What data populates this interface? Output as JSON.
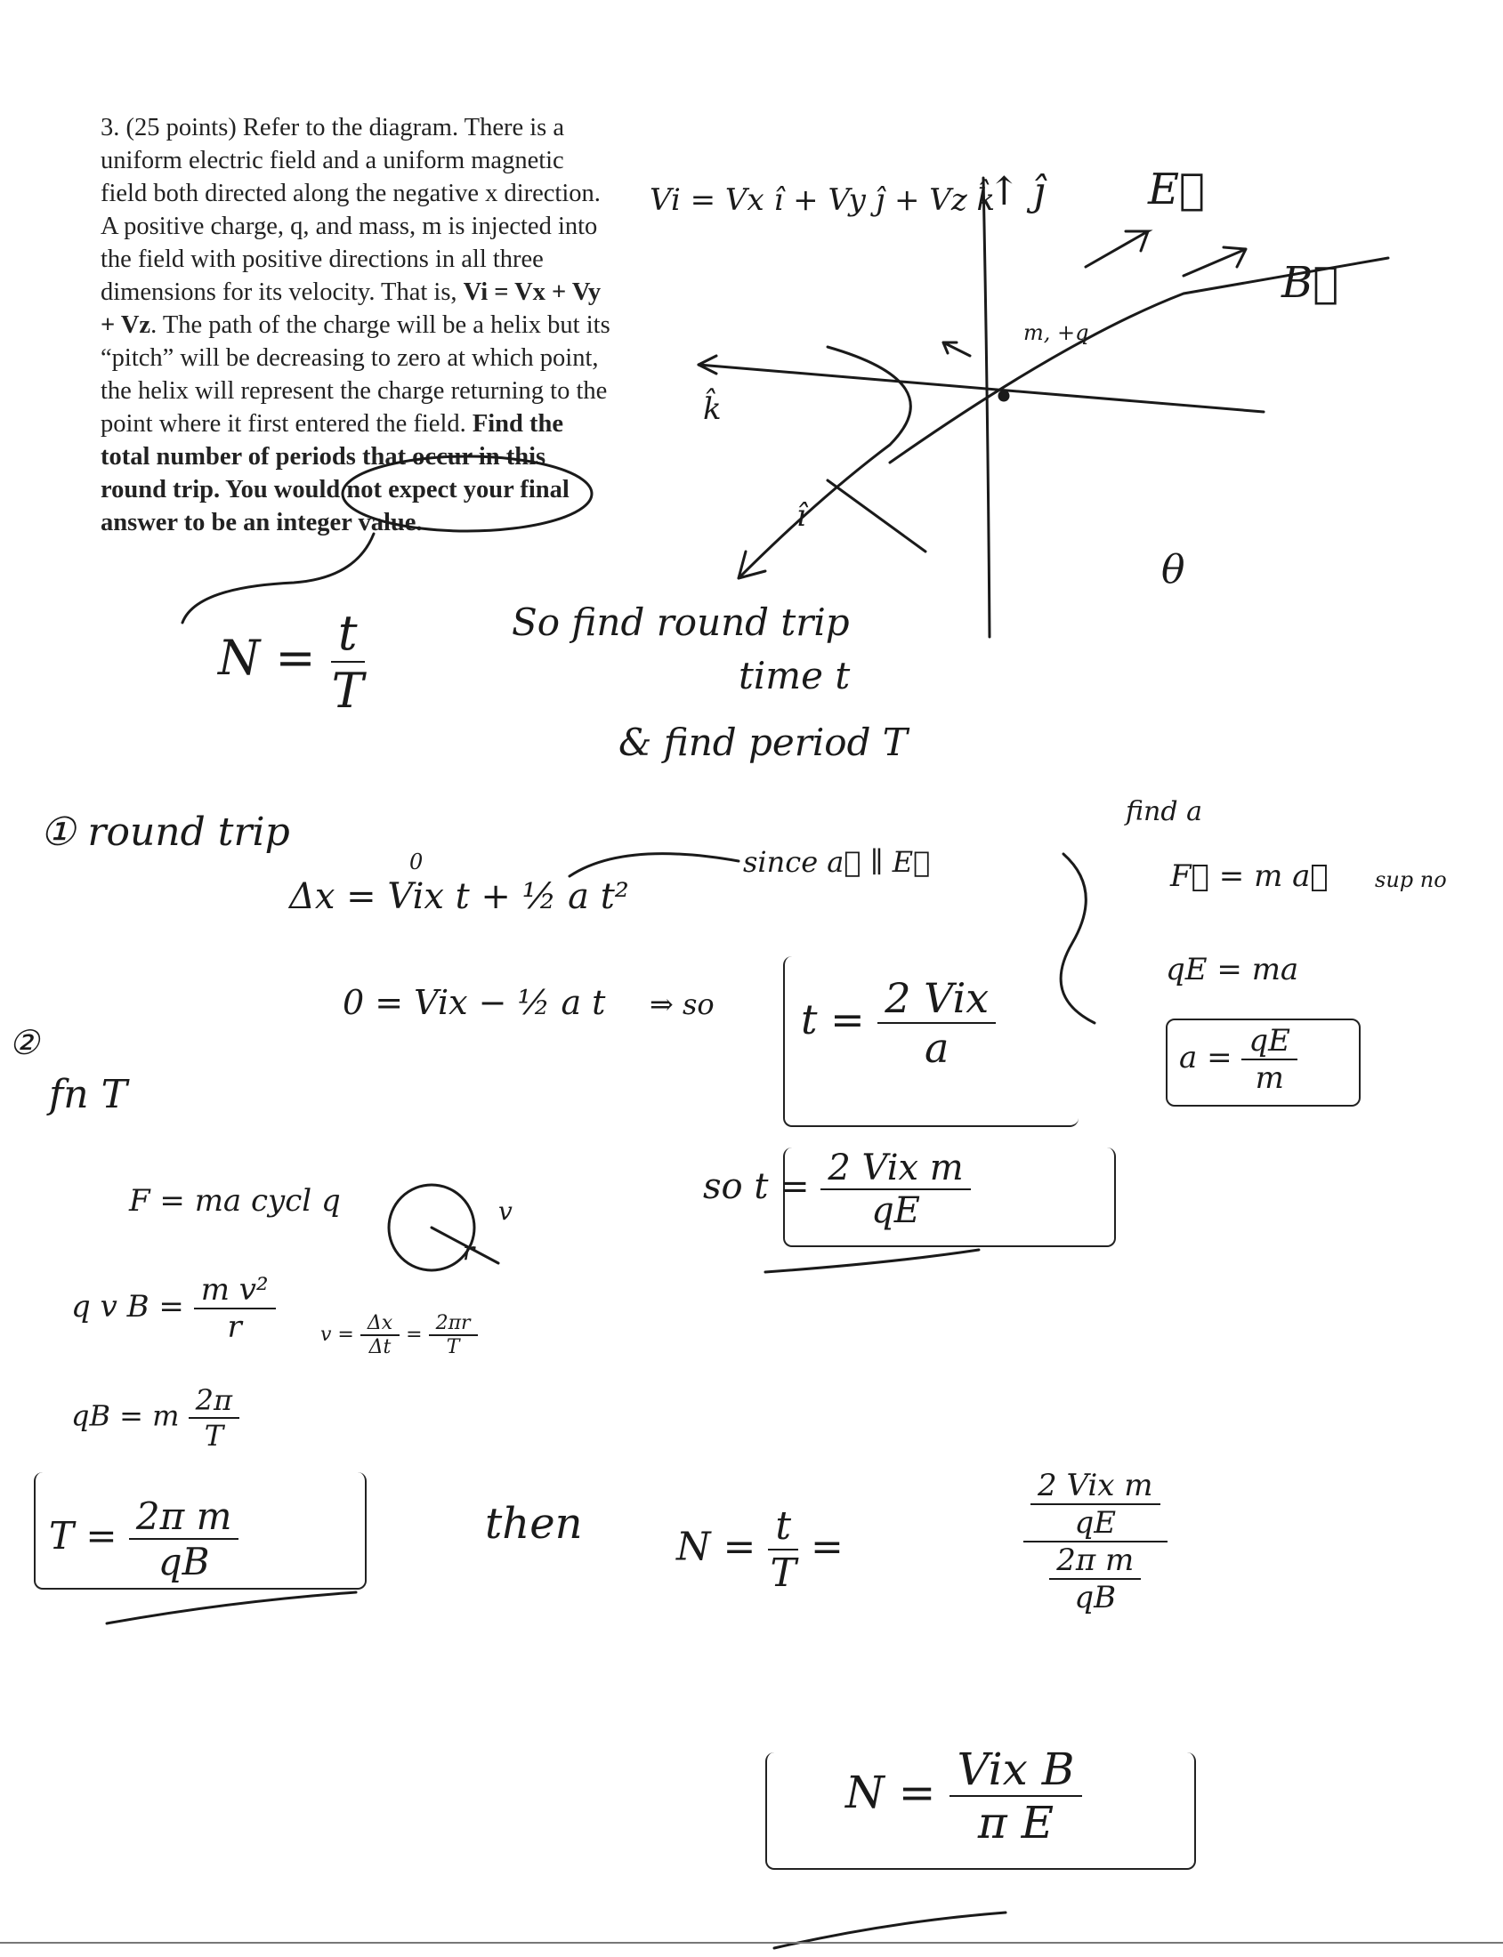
{
  "problem": {
    "number": "3.",
    "points": "(25 points)",
    "text_plain": "Refer to the diagram. There is a uniform electric field and a uniform magnetic field both directed along the negative x direction. A positive charge, q, and mass, m is injected into the field with positive directions in all three dimensions for its velocity. That is, ",
    "velocity_eq": "Vi = Vx + Vy + Vz",
    "text_plain2": ". The path of the charge will be a helix but its “pitch” will be decreasing to zero at which point, the helix will represent the charge returning to the point where it first entered the field. ",
    "text_bold": "Find the total number of periods that occur in this round trip. You would not expect your final answer to be an integer value."
  },
  "diagram": {
    "velocity_label": "Vi = Vx î + Vy ĵ + Vz k̂",
    "j_label": "↑ ĵ",
    "e_label": "E⃗",
    "b_label": "B⃗",
    "k_label": "k̂",
    "i_label": "î",
    "charge_label": "m, +q",
    "theta_label": "θ"
  },
  "work": {
    "n_def": {
      "lhs": "N =",
      "num": "t",
      "den": "T"
    },
    "plan1": "So find round trip",
    "plan2": "time t",
    "plan3": "& find period T",
    "step1_title": "① round trip",
    "zero_note": "0",
    "kin1": "Δx = Vix t + ½ a t²",
    "kin2": "0 = Vix − ½ a t",
    "implies": "⇒ so",
    "t1": {
      "lhs": "t =",
      "num": "2 Vix",
      "den": "a"
    },
    "since": "since a⃗ ∥ E⃗",
    "find_a": "find a",
    "fma": "F⃗ = m a⃗",
    "sup": "sup no",
    "qe": "qE = ma",
    "a_res": {
      "lhs": "a =",
      "num": "qE",
      "den": "m"
    },
    "t2": {
      "lhs": "so  t =",
      "num": "2 Vix m",
      "den": "qE"
    },
    "step2_num": "②",
    "step2_title": "fn T",
    "fma_cycl": "F = ma  cycl q",
    "circle_r": "r",
    "circle_v": "v",
    "qvb": {
      "lhs": "q v B =",
      "num": "m v²",
      "den": "r"
    },
    "v_eq": {
      "lhs": "v =",
      "num1": "Δx",
      "den1": "Δt",
      "eq": "=",
      "num2": "2πr",
      "den2": "T"
    },
    "qb": {
      "lhs": "qB = m",
      "num": "2π",
      "den": "T"
    },
    "T_res": {
      "lhs": "T =",
      "num": "2π m",
      "den": "qB"
    },
    "then": "then",
    "n_final1": {
      "lhs": "N =",
      "num": "t",
      "den": "T",
      "eq": "="
    },
    "n_big": {
      "num_num": "2 Vix m",
      "num_den": "qE",
      "den_num": "2π m",
      "den_den": "qB"
    },
    "n_answer": {
      "lhs": "N =",
      "num": "Vix B",
      "den": "π E"
    }
  }
}
